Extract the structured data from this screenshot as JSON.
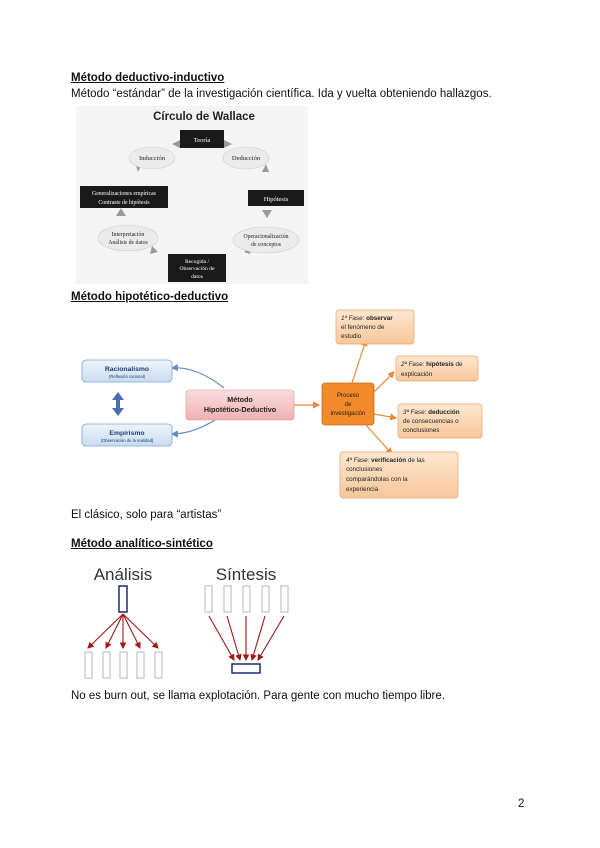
{
  "section1": {
    "heading": "Método deductivo-inductivo",
    "text": "Método “estándar” de la investigación científica. Ida y vuelta obteniendo hallazgos."
  },
  "wallace": {
    "title": "Círculo de Wallace",
    "nodes": {
      "teoria": "Teoría",
      "deduccion": "Deducción",
      "induccion": "Inducción",
      "hipotesis": "Hipótesis",
      "generalizaciones_1": "Generalizaciones empíricas",
      "generalizaciones_2": "Contraste de hipótesis",
      "operacionalizacion_1": "Operacionalización",
      "operacionalizacion_2": "de conceptos",
      "interpretacion_1": "Interpretación",
      "interpretacion_2": "Análisis de datos",
      "recogida_1": "Recogida /",
      "recogida_2": "Observación de",
      "recogida_3": "datos"
    }
  },
  "section2": {
    "heading": "Método hipotético-deductivo",
    "text": "El clásico, solo para “artistas”"
  },
  "hipotetico": {
    "racionalismo": "Racionalismo",
    "racionalismo_sub": "(Reflexión racional)",
    "empirismo": "Empirismo",
    "empirismo_sub": "(Observación de la realidad)",
    "metodo_1": "Método",
    "metodo_2": "Hipotético-Deductivo",
    "proceso_1": "Proceso",
    "proceso_2": "de",
    "proceso_3": "investigación",
    "fase1_label": "1ª Fase:",
    "fase1_bold": "observar",
    "fase1_l2": "el fenómeno de",
    "fase1_l3": "estudio",
    "fase2_label": "2ª Fase:",
    "fase2_bold": "hipótesis",
    "fase2_rest": "de",
    "fase2_l2": "explicación",
    "fase3_label": "3ª Fase:",
    "fase3_bold": "deducción",
    "fase3_l2": "de consecuencias o",
    "fase3_l3": "conclusiones",
    "fase4_label": "4ª Fase:",
    "fase4_bold": "verificación",
    "fase4_rest": "de las",
    "fase4_l2": "conclusiones",
    "fase4_l3": "comparándolas con la",
    "fase4_l4": "experiencia"
  },
  "section3": {
    "heading": "Método analítico-sintético",
    "text": "No es burn out, se llama explotación. Para gente con mucho tiempo libre."
  },
  "analitico": {
    "analisis": "Análisis",
    "sintesis": "Síntesis"
  },
  "page_number": "2",
  "colors": {
    "dark_box": "#1a1a1a",
    "bubble_fill": "#ebebeb",
    "method_pink": "#f4c3c3",
    "process_orange": "#f08a2c",
    "fase_fill": "#fbd8b4",
    "blue_box": "#d9e6f5",
    "arrow_red": "#a01818",
    "rect_blue": "#1a2a7a"
  }
}
